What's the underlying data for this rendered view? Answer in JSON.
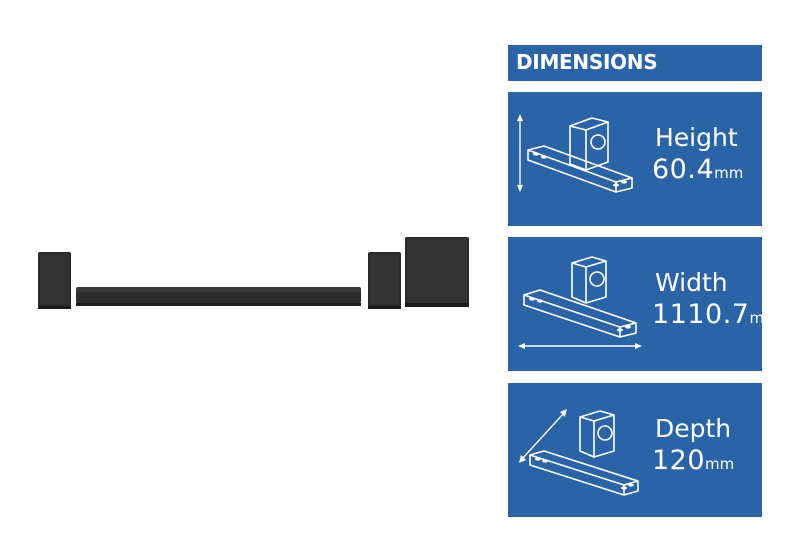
{
  "header": {
    "title": "DIMENSIONS"
  },
  "dimensions": [
    {
      "label": "Height",
      "value": "60.4",
      "unit": "mm"
    },
    {
      "label": "Width",
      "value": "1110.7",
      "unit": "mm"
    },
    {
      "label": "Depth",
      "value": "120",
      "unit": "mm"
    }
  ],
  "colors": {
    "panel": "#2a63a6",
    "text": "#ffffff",
    "device": "#2c2c2c"
  }
}
